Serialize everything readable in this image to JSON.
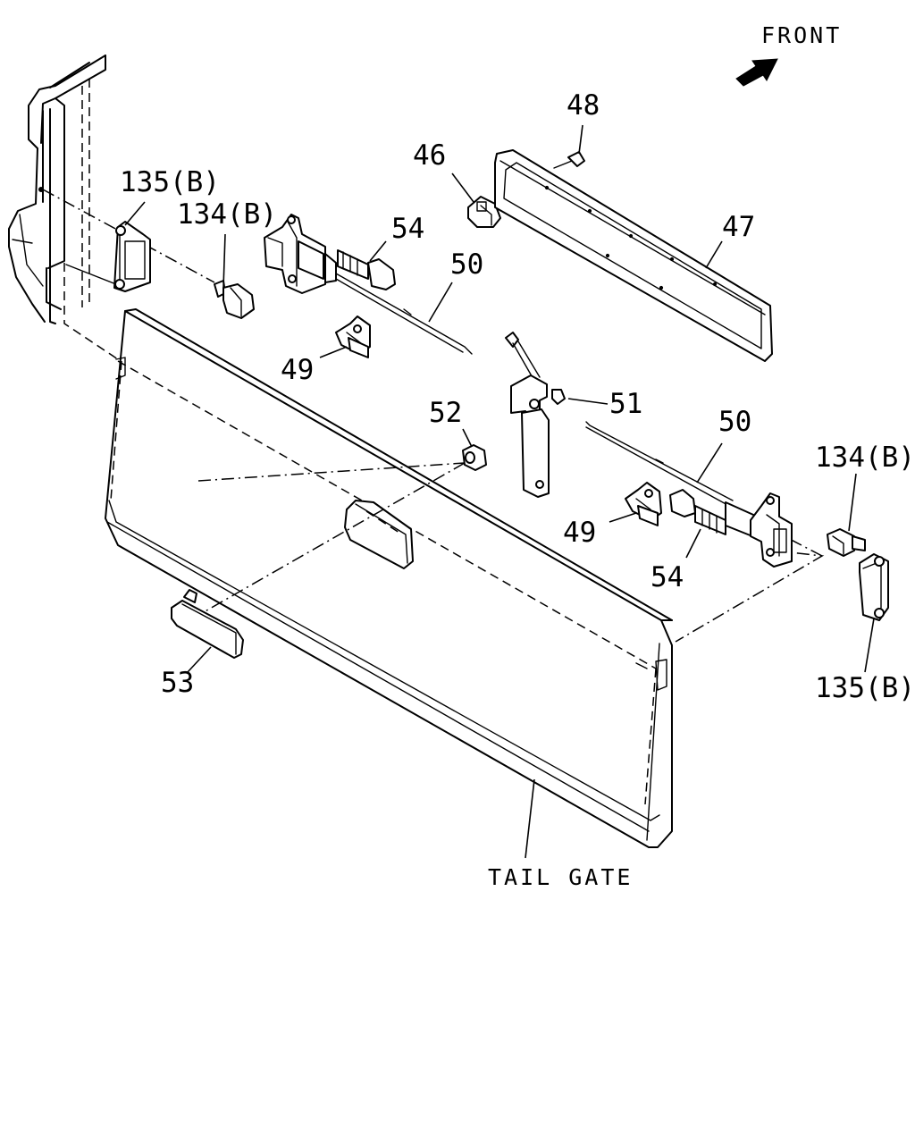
{
  "orientation": {
    "label": "FRONT",
    "icon": "arrow-icon"
  },
  "callouts": {
    "c135b_left": "135(B)",
    "c134b_left": "134(B)",
    "c54_top": "54",
    "c50_top": "50",
    "c46": "46",
    "c48": "48",
    "c47": "47",
    "c49_left": "49",
    "c51": "51",
    "c52": "52",
    "c50_right": "50",
    "c134b_right": "134(B)",
    "c49_right": "49",
    "c54_right": "54",
    "c135b_right": "135(B)",
    "c53": "53"
  },
  "part_label": "TAIL GATE"
}
